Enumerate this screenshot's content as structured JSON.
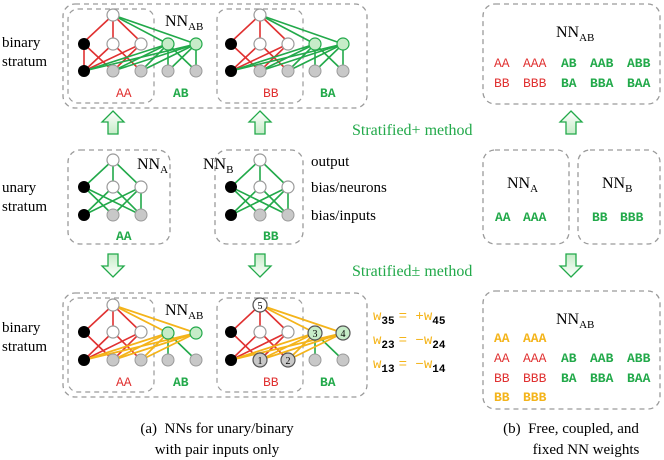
{
  "colors": {
    "red": "#e03131",
    "green": "#22a94a",
    "orange": "#f4b41a",
    "black": "#000000",
    "gray": "#c8c8c8",
    "box": "#9a9a9a"
  },
  "labels": {
    "binary_stratum_1": "binary",
    "binary_stratum_2": "stratum",
    "unary_stratum_1": "unary",
    "unary_stratum_2": "stratum",
    "output": "output",
    "bias_neurons": "bias/neurons",
    "bias_inputs": "bias/inputs",
    "stratified_plus": "Stratified+ method",
    "stratified_pm": "Stratified± method"
  },
  "nn": {
    "main": "NN",
    "sub_ab": "AB",
    "sub_a": "A",
    "sub_b": "B"
  },
  "tokens": {
    "AA": "AA",
    "AAA": "AAA",
    "AB": "AB",
    "AAB": "AAB",
    "ABB": "ABB",
    "BB": "BB",
    "BBB": "BBB",
    "BA": "BA",
    "BBA": "BBA",
    "BAA": "BAA"
  },
  "node_numbers": [
    "1",
    "2",
    "3",
    "4",
    "5"
  ],
  "equations": [
    {
      "lhs": "w",
      "lsub": "35",
      "rhs": "= +w",
      "rsub": "45"
    },
    {
      "lhs": "w",
      "lsub": "23",
      "rhs": "= −w",
      "rsub": "24"
    },
    {
      "lhs": "w",
      "lsub": "13",
      "rhs": "= −w",
      "rsub": "14"
    }
  ],
  "captions": {
    "a_line1": "(a)  NNs for unary/binary",
    "a_line2": "with pair inputs only",
    "b_line1": "(b)  Free, coupled, and",
    "b_line2": "fixed NN weights"
  }
}
